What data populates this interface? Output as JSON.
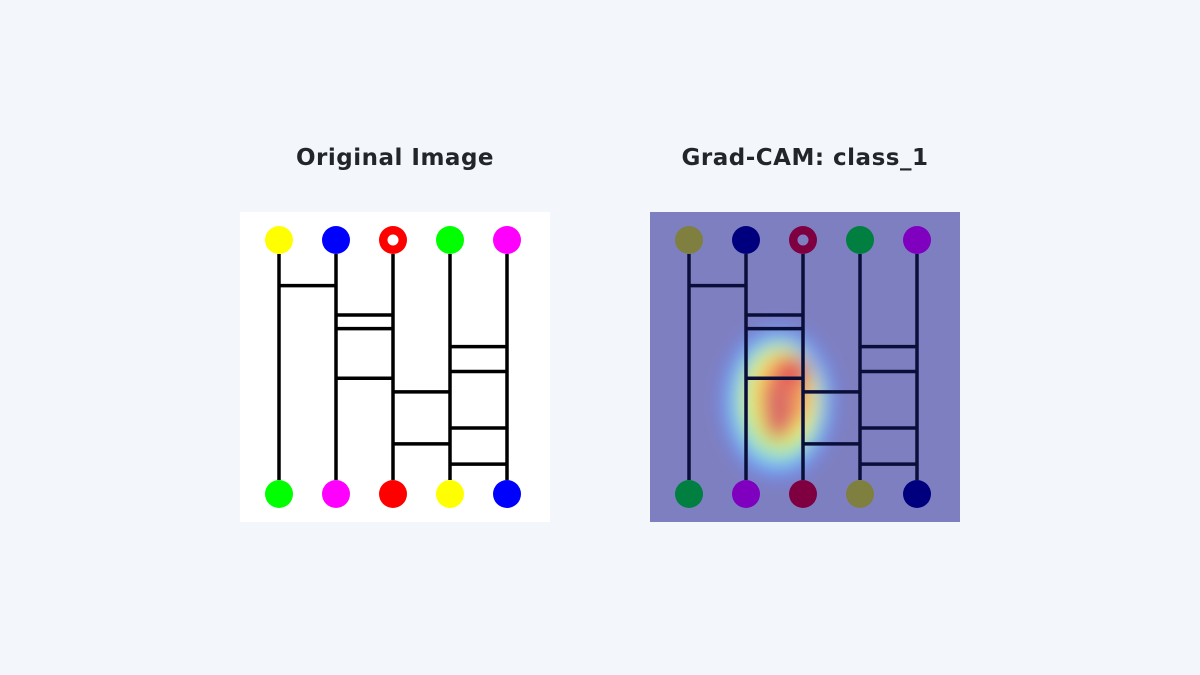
{
  "panels": {
    "original": {
      "title": "Original Image",
      "top_nodes": [
        "#ffff00",
        "#0000ff",
        "#ff0000",
        "#00ff00",
        "#ff00ff"
      ],
      "top_ring_index": 2,
      "bottom_nodes": [
        "#00ff00",
        "#ff00ff",
        "#ff0000",
        "#ffff00",
        "#0000ff"
      ]
    },
    "gradcam": {
      "title": "Grad-CAM: class_1",
      "top_nodes": [
        "#7f7f40",
        "#00007f",
        "#7f0040",
        "#007f40",
        "#7f00bf"
      ],
      "top_ring_index": 2,
      "bottom_nodes": [
        "#007f40",
        "#7f00bf",
        "#7f0040",
        "#7f7f40",
        "#00007f"
      ],
      "overlay_color": "#7e7fc0"
    }
  },
  "ladder": {
    "columns": 5,
    "rungs": [
      {
        "between": [
          0,
          1
        ],
        "level": 0.14
      },
      {
        "between": [
          1,
          2
        ],
        "level": 0.27
      },
      {
        "between": [
          1,
          2
        ],
        "level": 0.33
      },
      {
        "between": [
          1,
          2
        ],
        "level": 0.55
      },
      {
        "between": [
          2,
          3
        ],
        "level": 0.61
      },
      {
        "between": [
          2,
          3
        ],
        "level": 0.84
      },
      {
        "between": [
          3,
          4
        ],
        "level": 0.41
      },
      {
        "between": [
          3,
          4
        ],
        "level": 0.52
      },
      {
        "between": [
          3,
          4
        ],
        "level": 0.77
      },
      {
        "between": [
          3,
          4
        ],
        "level": 0.93
      }
    ]
  }
}
